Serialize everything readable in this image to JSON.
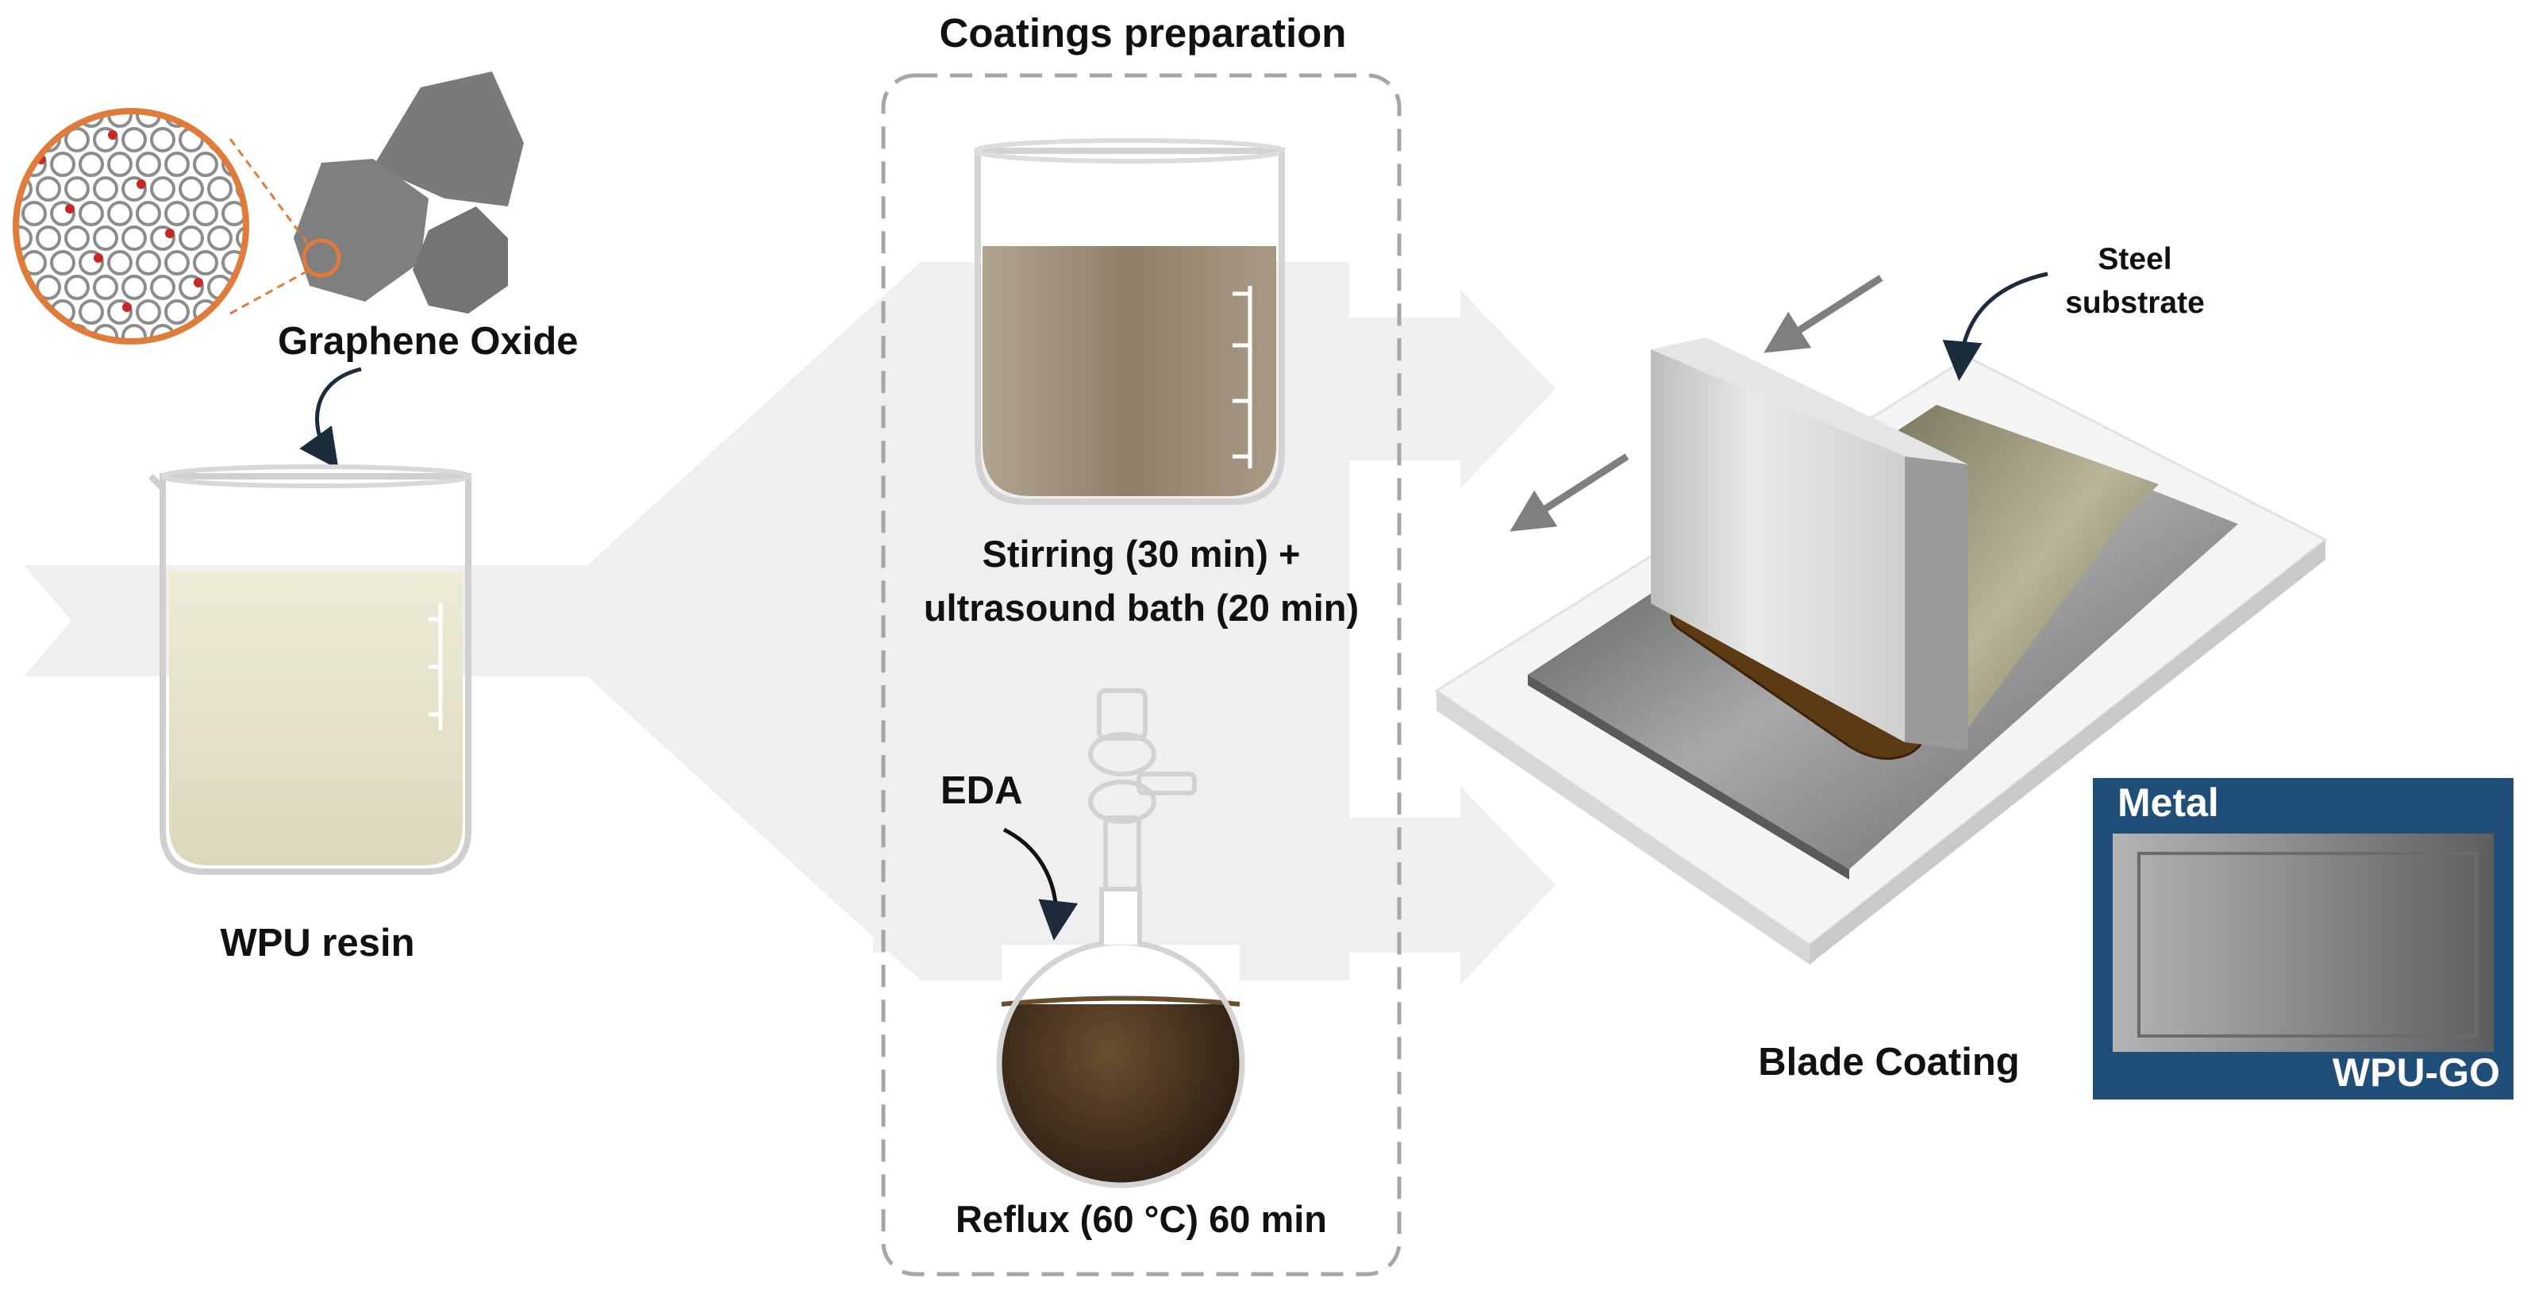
{
  "labels": {
    "graphene_oxide": "Graphene Oxide",
    "wpu_resin": "WPU resin",
    "coatings_preparation": "Coatings preparation",
    "stirring_line1": "Stirring (30 min) +",
    "stirring_line2": "ultrasound bath (20 min)",
    "eda": "EDA",
    "reflux": "Reflux (60 °C) 60 min",
    "steel_line1": "Steel",
    "steel_line2": "substrate",
    "blade_coating": "Blade Coating",
    "inset_metal": "Metal",
    "inset_wpu_go": "WPU-GO"
  },
  "colors": {
    "flow_arrow": "#efefef",
    "dashed_border": "#a6a6a6",
    "zoom_circle": "#e07b3a",
    "inset_frame": "#1f4e79",
    "go_flake": "#7a7a7a",
    "resin_liquid": "#e9e5cf",
    "beaker_liquid": "#9b8c78",
    "flask_liquid": "#4a3521",
    "coating_film": "#5b3a14",
    "substrate_plate": "#f4f4f4",
    "steel_plate": "#8a8a8a",
    "motion_arrow": "#7f7f7f",
    "curved_arrow": "#1c2c3c"
  }
}
